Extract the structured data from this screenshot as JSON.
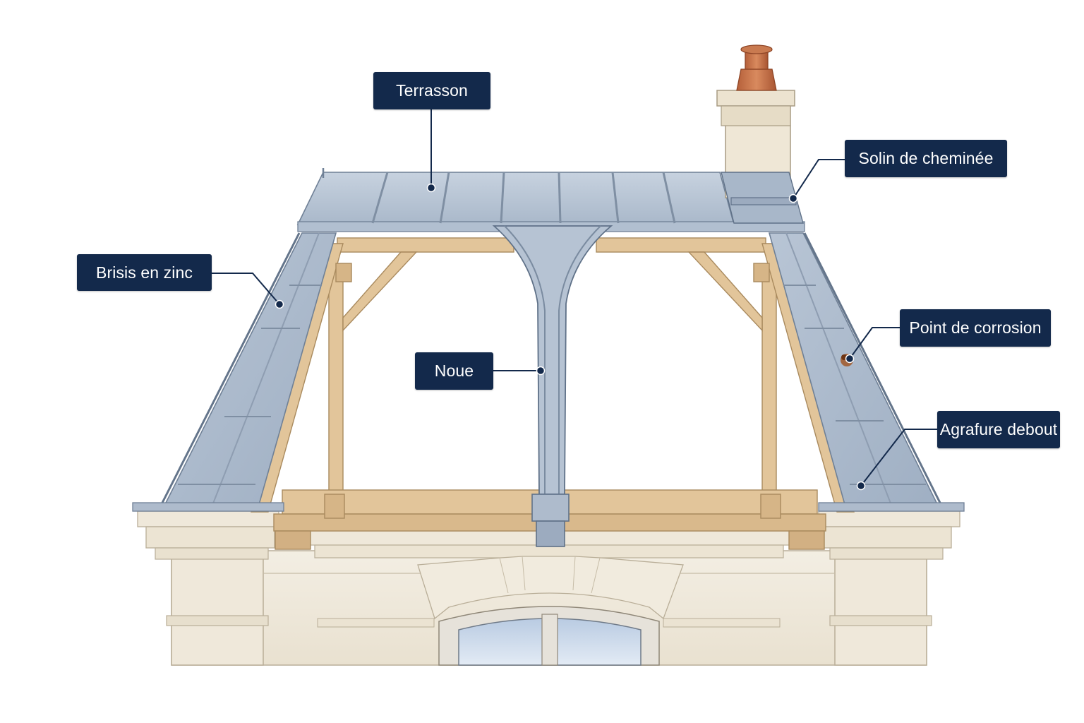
{
  "colors": {
    "label_bg": "#13294b",
    "label_text": "#ffffff",
    "leader_line": "#13294b",
    "zinc": "#b9c6d6",
    "zinc_dark": "#7f8fa3",
    "timber": "#e4c9a0",
    "stone": "#efe8da",
    "chimney_pot": "#c8744a",
    "corrosion": "#9b4a1e",
    "glass": "#cfdcec"
  },
  "labels": {
    "terrasson": "Terrasson",
    "solin": "Solin de cheminée",
    "brisis": "Brisis en zinc",
    "noue": "Noue",
    "corrosion": "Point de corrosion",
    "agrafure": "Agrafure debout"
  }
}
